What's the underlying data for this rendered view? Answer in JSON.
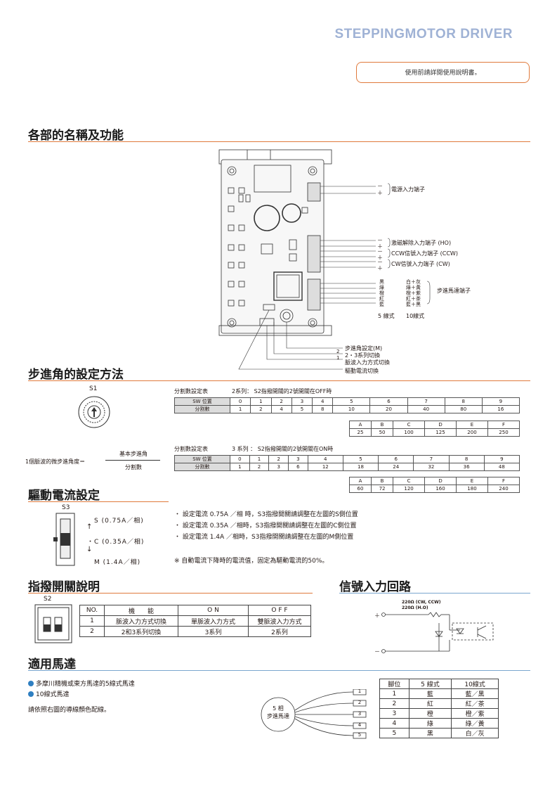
{
  "header": {
    "brand": "STEPPINGMOTOR DRIVER",
    "notice": "使用前請詳閱使用說明書。"
  },
  "sections": {
    "parts": "各部的名稱及功能",
    "step": "步進角的設定方法",
    "current": "驅動電流設定",
    "dip": "指撥開關說明",
    "signal": "信號入力回路",
    "motor": "適用馬達"
  },
  "board": {
    "power": "電源入力端子",
    "ho": "激磁解除入力端子 (HO)",
    "ccw": "CCW信號入力端子 (CCW)",
    "cw": "CW信號入力端子 (CW)",
    "motor_term": "步進馬達端子",
    "five": "5 線式",
    "ten": "10線式",
    "colors5": [
      "黑",
      "綠",
      "橙",
      "紅",
      "藍"
    ],
    "colors10": [
      "白＋灰",
      "綠＋黃",
      "橙＋紫",
      "紅＋茶",
      "藍＋黑"
    ],
    "minus": "－",
    "plus": "＋",
    "bottom_labels": [
      "步進角設定(M)",
      "2・3系列切換",
      "脈波入力方式切換",
      "驅動電流切換"
    ],
    "num2": "2",
    "num1": "1"
  },
  "step": {
    "s1": "S1",
    "formula_left": "1個脈波的微步進角度＝",
    "formula_num": "基本步進角",
    "formula_den": "分割數",
    "t2_title": "分割數設定表",
    "t2_sub": "2系列： S2指撥開關的2號開關在OFF時",
    "t3_title": "分割數設定表",
    "t3_sub": "3 系列 ： S2指撥開關的2號開關在ON時",
    "sw": "SW 位置",
    "div": "分割數",
    "t2_pos": [
      "0",
      "1",
      "2",
      "3",
      "4",
      "5",
      "6",
      "7",
      "8",
      "9"
    ],
    "t2_val": [
      "1",
      "2",
      "4",
      "5",
      "8",
      "10",
      "20",
      "40",
      "80",
      "16"
    ],
    "t2_pos2": [
      "A",
      "B",
      "C",
      "D",
      "E",
      "F"
    ],
    "t2_val2": [
      "25",
      "50",
      "100",
      "125",
      "200",
      "250"
    ],
    "t3_pos": [
      "0",
      "1",
      "2",
      "3",
      "4",
      "5",
      "6",
      "7",
      "8",
      "9"
    ],
    "t3_val": [
      "1",
      "2",
      "3",
      "6",
      "12",
      "18",
      "24",
      "32",
      "36",
      "48"
    ],
    "t3_pos2": [
      "A",
      "B",
      "C",
      "D",
      "E",
      "F"
    ],
    "t3_val2": [
      "60",
      "72",
      "120",
      "160",
      "180",
      "240"
    ]
  },
  "current": {
    "s3": "S3",
    "s": "S (0.75A／相)",
    "c": "C (0.35A／相)",
    "m": "M (1.4A／相)",
    "notes": [
      "・ 設定電流 0.75A ／相 時，S3指撥開關請調整在左圖的S側位置",
      "・ 設定電流 0.35A ／相時，S3指撥開關請調整在左圖的C側位置",
      "・ 設定電流 1.4A ／相時，S3指撥開關請調整在左圖的M側位置"
    ],
    "remark": "※ 自動電流下降時的電流值，固定為驅動電流的50%。"
  },
  "dip": {
    "s2": "S2",
    "head": [
      "NO.",
      "機　　能",
      "O N",
      "O F F"
    ],
    "rows": [
      [
        "1",
        "脈波入力方式切換",
        "單脈波入力方式",
        "雙脈波入力方式"
      ],
      [
        "2",
        "2和3系列切換",
        "3系列",
        "2系列"
      ]
    ]
  },
  "signal": {
    "r1": "220Ω (CW, CCW)",
    "r2": "220Ω (H.O)",
    "plus": "＋",
    "minus": "－"
  },
  "motor": {
    "b1": "多摩川精機或東方馬達的5線式馬達",
    "b2": "10線式馬達",
    "note": "請依照右圖的導線顏色配線。",
    "center1": "5 相",
    "center2": "步進馬達",
    "pins": [
      "1",
      "2",
      "3",
      "4",
      "5"
    ],
    "head": [
      "腳位",
      "5 線式",
      "10線式"
    ],
    "rows": [
      [
        "1",
        "藍",
        "藍／黑"
      ],
      [
        "2",
        "紅",
        "紅／茶"
      ],
      [
        "3",
        "橙",
        "橙／紫"
      ],
      [
        "4",
        "綠",
        "綠／黃"
      ],
      [
        "5",
        "黑",
        "白／灰"
      ]
    ]
  }
}
